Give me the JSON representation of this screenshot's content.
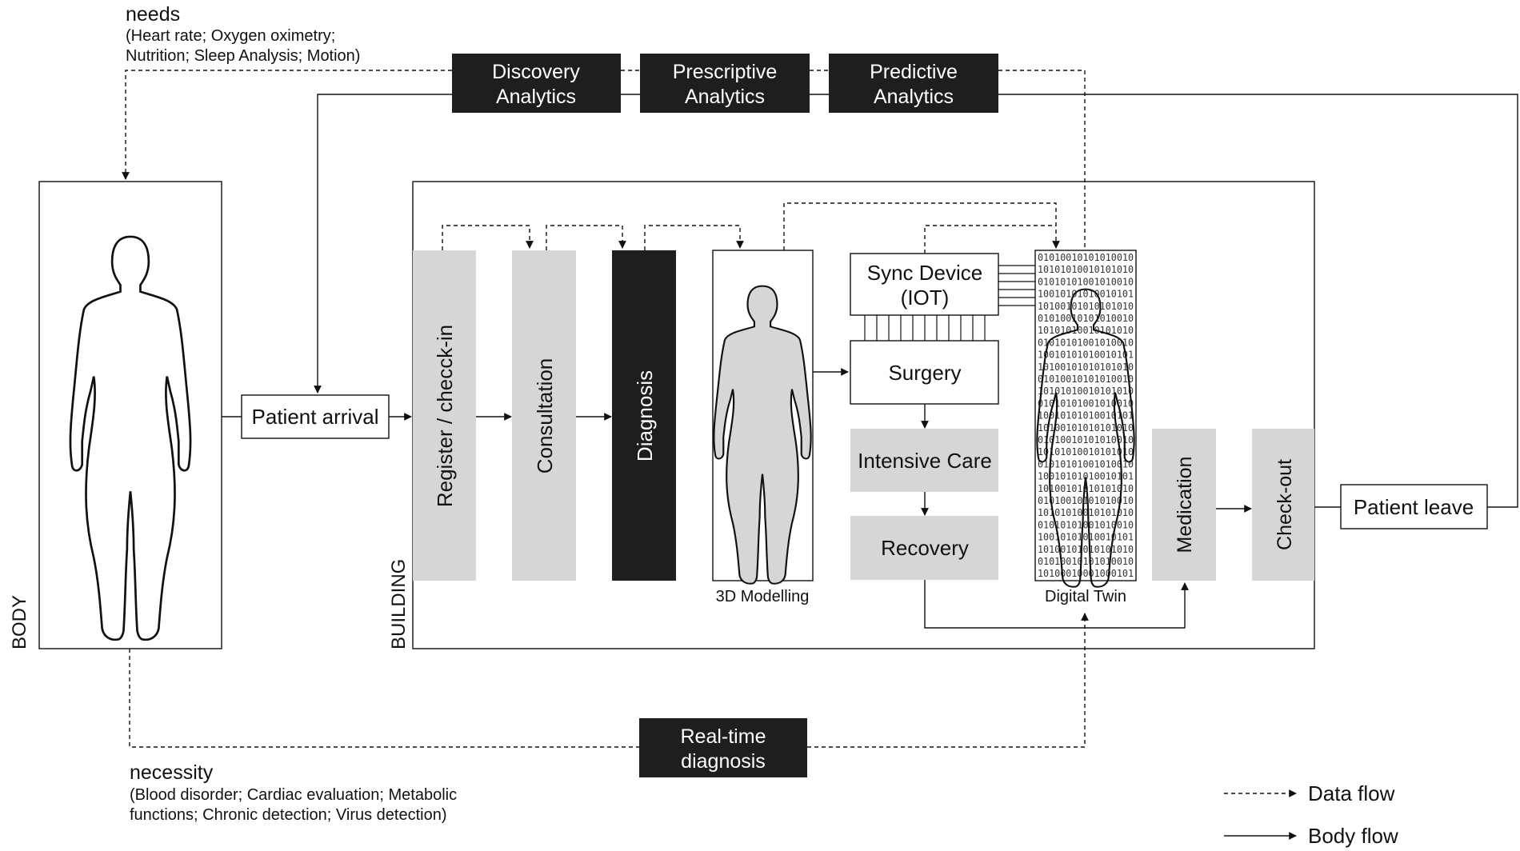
{
  "needs": {
    "title": "needs",
    "line1": "(Heart rate; Oxygen oximetry;",
    "line2": "Nutrition; Sleep Analysis; Motion)"
  },
  "necessity": {
    "title": "necessity",
    "line1": "(Blood disorder; Cardiac evaluation; Metabolic",
    "line2": "functions; Chronic detection; Virus detection)"
  },
  "analytics": [
    {
      "line1": "Discovery",
      "line2": "Analytics"
    },
    {
      "line1": "Prescriptive",
      "line2": "Analytics"
    },
    {
      "line1": "Predictive",
      "line2": "Analytics"
    }
  ],
  "realtime": {
    "line1": "Real-time",
    "line2": "diagnosis"
  },
  "body_label": "BODY",
  "building_label": "BUILDING",
  "patient_arrival": "Patient arrival",
  "patient_leave": "Patient leave",
  "steps": {
    "register": "Register / checck-in",
    "consultation": "Consultation",
    "diagnosis": "Diagnosis",
    "medication": "Medication",
    "checkout": "Check-out"
  },
  "modelling_caption": "3D Modelling",
  "digital_twin_caption": "Digital Twin",
  "sync": {
    "line1": "Sync Device",
    "line2": "(IOT)"
  },
  "surgery": "Surgery",
  "intensive_care": "Intensive Care",
  "recovery": "Recovery",
  "binary_rows": [
    "01010010101010010",
    "10101010010101010",
    "01010101001010010",
    "10010101010010101",
    "10100101010101010",
    "01010010101010010",
    "10101010010101010",
    "01010101001010010",
    "10010101010010101",
    "10100101010101010",
    "01010010101010010",
    "10101010010101010",
    "01010101001010010",
    "10010101010010101",
    "10100101010101010",
    "01010010101010010",
    "10101010010101010",
    "01010101001010010",
    "10010101010010101",
    "10100101010101010",
    "01010010101010010",
    "10101010010101010",
    "01010101001010010",
    "10010101010010101",
    "10100101010101010",
    "01010010101010010",
    "10100010001000101"
  ],
  "legend": {
    "data_flow": "Data flow",
    "body_flow": "Body flow"
  },
  "colors": {
    "grey_box": "#d6d6d6",
    "dark_box": "#1e1e1e",
    "line": "#111111"
  }
}
